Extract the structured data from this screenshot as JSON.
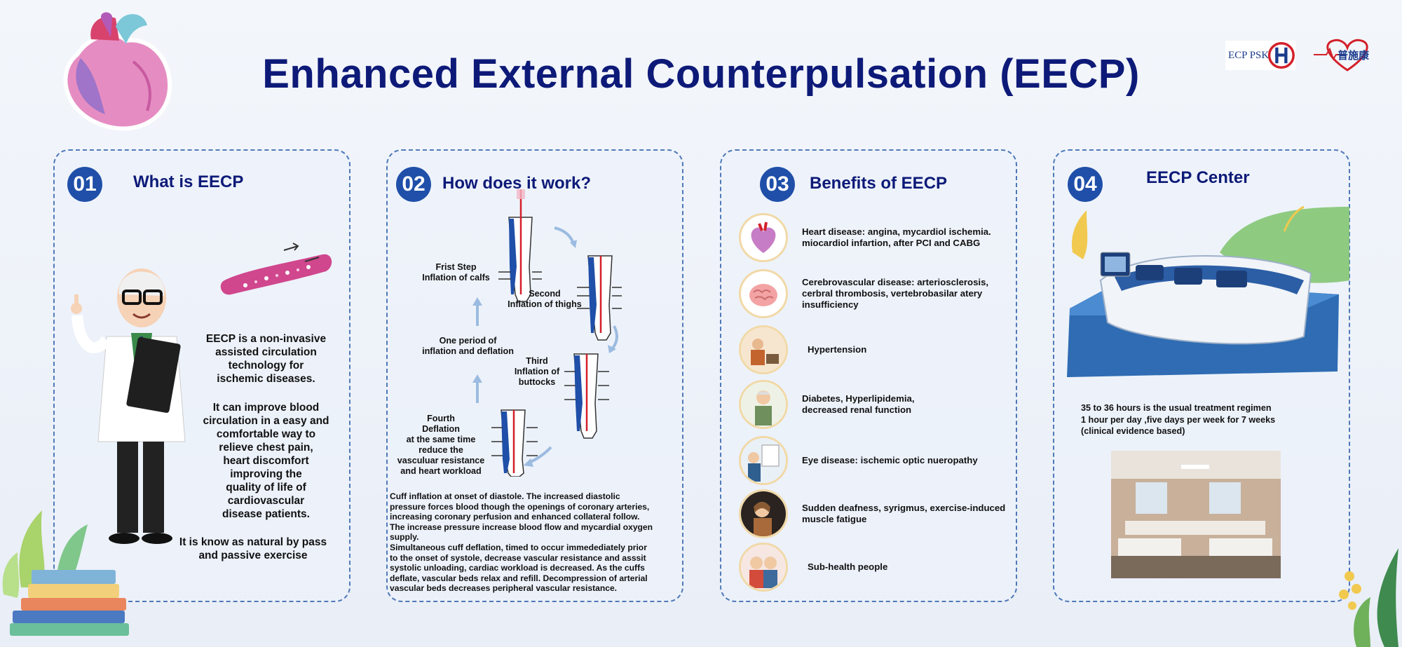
{
  "title": "Enhanced External Counterpulsation (EECP)",
  "logos": {
    "ecp_text": "ECP PSK",
    "brand_text": "普施康"
  },
  "cards": [
    {
      "num": "01",
      "title": "What is EECP"
    },
    {
      "num": "02",
      "title": "How does it work?"
    },
    {
      "num": "03",
      "title": "Benefits of EECP"
    },
    {
      "num": "04",
      "title": "EECP Center"
    }
  ],
  "what": {
    "p1": [
      "EECP is a non-invasive",
      "assisted circulation",
      "technology for",
      "ischemic diseases."
    ],
    "p2": [
      "It can improve blood",
      "circulation in a easy and",
      "comfortable way to",
      "relieve chest pain,",
      "heart discomfort",
      "improving the",
      "quality of life of",
      "cardiovascular",
      "disease patients."
    ],
    "p3": [
      "It is know as natural by pass",
      "and passive exercise"
    ]
  },
  "how": {
    "step1": [
      "Frist Step",
      "Inflation of calfs"
    ],
    "step2": [
      "Second",
      "Inflation of thighs"
    ],
    "period": [
      "One period of",
      "inflation and deflation"
    ],
    "step3": [
      "Third",
      "Inflation of",
      "buttocks"
    ],
    "step4": [
      "Fourth",
      "Deflation",
      "at the same time",
      "reduce the",
      "vasculuar resistance",
      "and heart workload"
    ],
    "desc": [
      "Cuff inflation at onset of diastole. The increased diastolic",
      "pressure forces blood though the openings of coronary arteries,",
      "increasing coronary perfusion and enhanced collateral follow.",
      "The increase pressure increase blood flow and mycardial oxygen",
      "supply.",
      "Simultaneous cuff deflation, timed to occur immedediately prior",
      "to the onset of systole, decrease vascular resistance and asssit",
      "systolic unloading, cardiac workload is decreased. As the cuffs",
      "deflate, vascular beds relax and refill. Decompression of arterial",
      "vascular beds decreases peripheral vascular resistance."
    ]
  },
  "benefits": [
    {
      "icon": "heart-icon",
      "text": [
        "Heart disease: angina, mycardiol ischemia.",
        "miocardiol infartion, after PCI and CABG"
      ]
    },
    {
      "icon": "brain-icon",
      "text": [
        "Cerebrovascular disease: arteriosclerosis,",
        "cerbral thrombosis, vertebrobasilar atery",
        "insufficiency"
      ]
    },
    {
      "icon": "hypertension-icon",
      "text": [
        "Hypertension"
      ]
    },
    {
      "icon": "elderly-man-icon",
      "text": [
        "Diabetes, Hyperlipidemia,",
        "decreased renal function"
      ]
    },
    {
      "icon": "eye-exam-icon",
      "text": [
        "Eye disease: ischemic optic nueropathy"
      ]
    },
    {
      "icon": "deafness-icon",
      "text": [
        "Sudden deafness, syrigmus, exercise-induced",
        "muscle fatigue"
      ]
    },
    {
      "icon": "elderly-couple-icon",
      "text": [
        "Sub-health people"
      ]
    }
  ],
  "center": {
    "lines": [
      "35 to 36 hours is the usual treatment regimen",
      "1 hour per day ,five days per week for 7 weeks",
      "(clinical evidence based)"
    ]
  },
  "colors": {
    "title": "#0d1a78",
    "badge": "#1f4fa8",
    "border": "#4f79b8"
  }
}
